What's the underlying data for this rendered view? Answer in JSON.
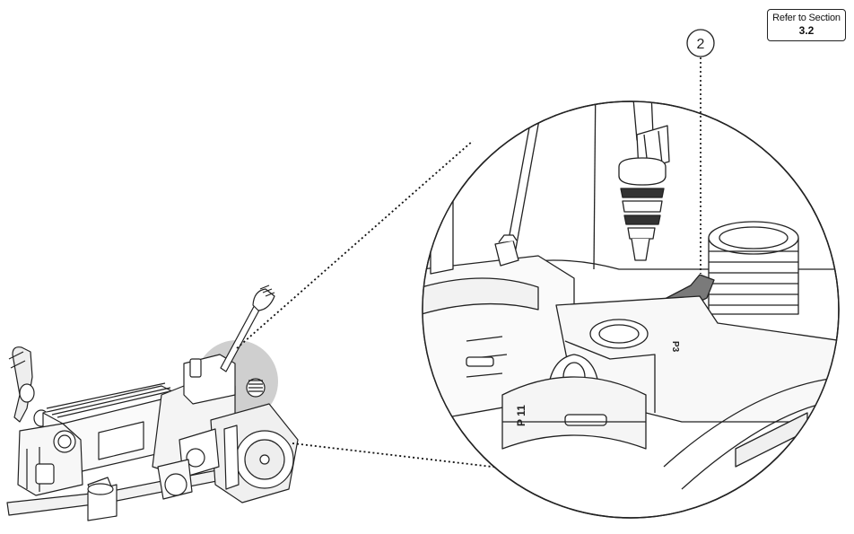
{
  "reference": {
    "line1": "Refer to Section",
    "line2": "3.2"
  },
  "callout": {
    "number": "2"
  },
  "markings": {
    "port_p11": "P 11",
    "port_p3": "P3"
  }
}
